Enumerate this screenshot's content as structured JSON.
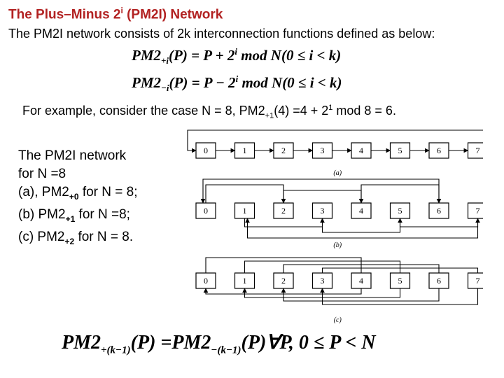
{
  "title": {
    "main": "The Plus–Minus 2",
    "sup": "i",
    "rest": " (PM2I) Network"
  },
  "intro": "The PM2I network consists of 2k interconnection functions defined as below:",
  "formulas": [
    {
      "lhs": "PM2",
      "sub": "+i",
      "mid": "(P) = P + 2",
      "sup": "i",
      "tail": " mod N(0 ≤ i < k)"
    },
    {
      "lhs": "PM2",
      "sub": "−i",
      "mid": "(P) = P − 2",
      "sup": "i",
      "tail": " mod N(0 ≤ i < k)"
    }
  ],
  "example": {
    "a": "For example, consider the case N = 8,   PM2",
    "sub": "+1",
    "b": "(4) =4 + 2",
    "sup": "1",
    "c": " mod 8 = 6."
  },
  "description": {
    "line1": "The PM2I network",
    "line2": "for N =8",
    "line3a": "(a), PM2",
    "line3sub": "+0",
    "line3b": " for N = 8;",
    "line4a": "(b) PM2",
    "line4sub": "+1",
    "line4b": " for N =8;",
    "line5a": " (c) PM2",
    "line5sub": "+2",
    "line5b": " for N = 8."
  },
  "diagram": {
    "nodes": [
      "0",
      "1",
      "2",
      "3",
      "4",
      "5",
      "6",
      "7"
    ],
    "captions": [
      "(a)",
      "(b)",
      "(c)"
    ]
  },
  "bottom": {
    "a": "PM2",
    "sub1": "+(k−1)",
    "b": "(P) =PM2",
    "sub2": "−(k−1)",
    "c": "(P)∀P, 0 ≤ P < N"
  }
}
